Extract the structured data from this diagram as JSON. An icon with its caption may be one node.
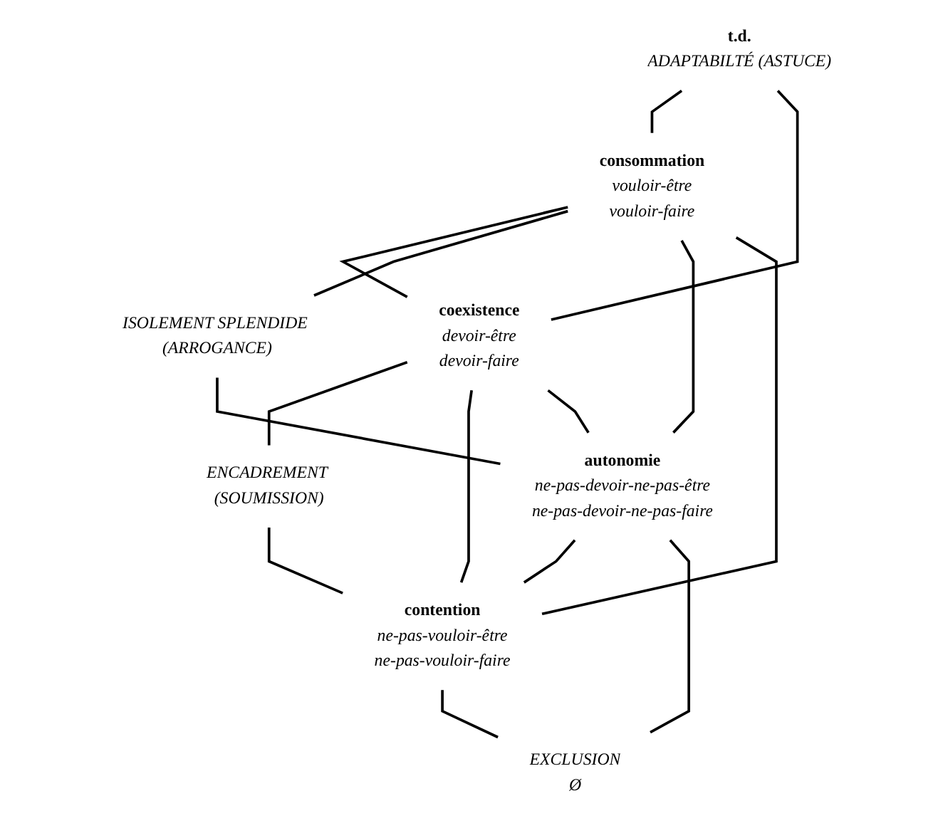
{
  "diagram": {
    "nodes": [
      {
        "text": [
          "t.d.",
          "ADAPTABILTÉ (ASTUCE)"
        ]
      },
      {
        "text": [
          "consommation",
          "vouloir-être",
          "vouloir-faire"
        ]
      },
      {
        "text": [
          "coexistence",
          "devoir-être",
          "devoir-faire"
        ]
      },
      {
        "text": [
          "ISOLEMENT SPLENDIDE (ARROGANCE)"
        ]
      },
      {
        "text": [
          "ENCADREMENT (SOUMISSION)"
        ]
      },
      {
        "text": [
          "autonomie",
          "ne-pas-devoir-ne-pas-être",
          "ne-pas-devoir-ne-pas-faire"
        ]
      },
      {
        "text": [
          "contention",
          "ne-pas-vouloir-être",
          "ne-pas-vouloir-faire"
        ]
      },
      {
        "text": [
          "EXCLUSION",
          "Ø"
        ]
      }
    ],
    "edges": [
      {
        "from": 0,
        "to": 1,
        "arrow": "none"
      },
      {
        "from": 0,
        "to": 2,
        "arrow": "none"
      },
      {
        "from": 1,
        "to": 2,
        "arrow": "none"
      },
      {
        "from": 1,
        "to": 3,
        "arrow": "none"
      },
      {
        "from": 2,
        "to": 4,
        "arrow": "none"
      },
      {
        "from": 1,
        "to": 5,
        "arrow": "none"
      },
      {
        "from": 2,
        "to": 6,
        "arrow": "none"
      },
      {
        "from": 1,
        "to": 6,
        "arrow": "none"
      },
      {
        "from": 2,
        "to": 5,
        "arrow": "none"
      },
      {
        "from": 3,
        "to": 5,
        "arrow": "none"
      },
      {
        "from": 4,
        "to": 6,
        "arrow": "none"
      },
      {
        "from": 5,
        "to": 6,
        "arrow": "none"
      },
      {
        "from": 5,
        "to": 7,
        "arrow": "none"
      },
      {
        "from": 6,
        "to": 7,
        "arrow": "none"
      }
    ]
  }
}
